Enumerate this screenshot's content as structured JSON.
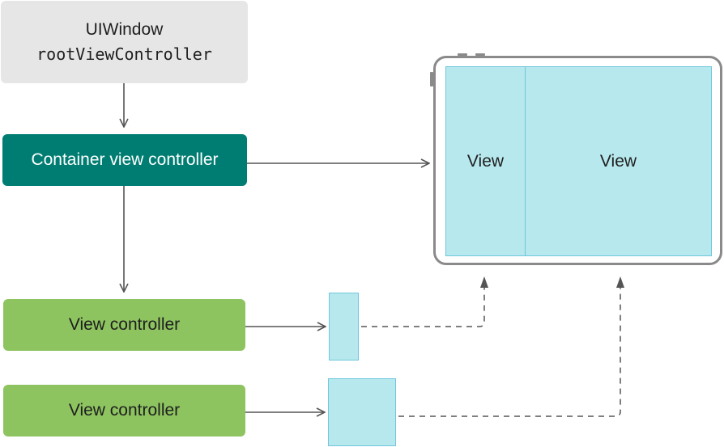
{
  "uiwindow": {
    "title": "UIWindow",
    "property": "rootViewController"
  },
  "container_vc": {
    "label": "Container view controller"
  },
  "view_controllers": [
    {
      "label": "View controller"
    },
    {
      "label": "View controller"
    }
  ],
  "device_screen": {
    "left_view": "View",
    "right_view": "View"
  },
  "colors": {
    "uiwindow_bg": "#e6e6e6",
    "container_bg": "#007d72",
    "view_controller_bg": "#8dc460",
    "view_fill": "#b7e8ed",
    "view_border": "#6fc7dc",
    "connector": "#555555"
  }
}
